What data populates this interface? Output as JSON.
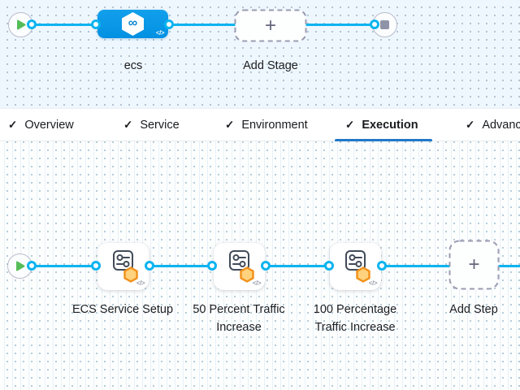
{
  "glyphs": {
    "check": "✓",
    "plus": "+",
    "code": "</>",
    "infinity": "∞"
  },
  "colors": {
    "connector_blue": "#0db4ef",
    "stage_node_blue": "#0290e2",
    "active_tab_underline": "#1f78c8",
    "play_green": "#55bd58",
    "badge_orange": "#f29018"
  },
  "stage_pipeline": {
    "start_icon": "play",
    "end_icon": "stop",
    "stage": {
      "label": "ecs",
      "icon": "cd-hexagon-infinity"
    },
    "add_stage_label": "Add Stage"
  },
  "tabs": [
    {
      "label": "Overview",
      "checked": true,
      "active": false
    },
    {
      "label": "Service",
      "checked": true,
      "active": false
    },
    {
      "label": "Environment",
      "checked": true,
      "active": false
    },
    {
      "label": "Execution",
      "checked": true,
      "active": true
    },
    {
      "label": "Advanced",
      "checked": true,
      "active": false
    }
  ],
  "execution_pipeline": {
    "steps": [
      {
        "label": "ECS Service Setup",
        "icon": "ecs-step"
      },
      {
        "label": "50 Percent Traffic Increase",
        "icon": "ecs-step"
      },
      {
        "label": "100 Percentage Traffic Increase",
        "icon": "ecs-step"
      }
    ],
    "add_step_label": "Add Step"
  }
}
